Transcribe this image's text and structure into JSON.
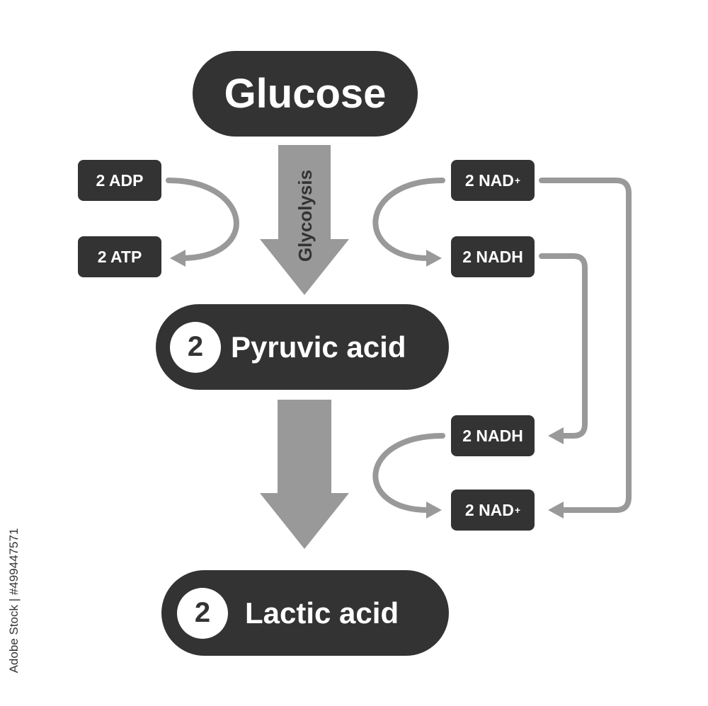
{
  "nodes": {
    "glucose": "Glucose",
    "pyruvic_count": "2",
    "pyruvic_label": "Pyruvic acid",
    "lactic_count": "2",
    "lactic_label": "Lactic acid"
  },
  "process_label": "Glycolysis",
  "cofactors": {
    "adp": "2 ADP",
    "atp": "2 ATP",
    "nad_top": "2 NAD",
    "nad_top_sup": "+",
    "nadh_top": "2 NADH",
    "nadh_bottom": "2 NADH",
    "nad_bottom": "2 NAD",
    "nad_bottom_sup": "+"
  },
  "stock_id": "Adobe Stock | #499447571",
  "colors": {
    "node_fill": "#333333",
    "arrow_fill": "#999999",
    "text_light": "#ffffff"
  }
}
